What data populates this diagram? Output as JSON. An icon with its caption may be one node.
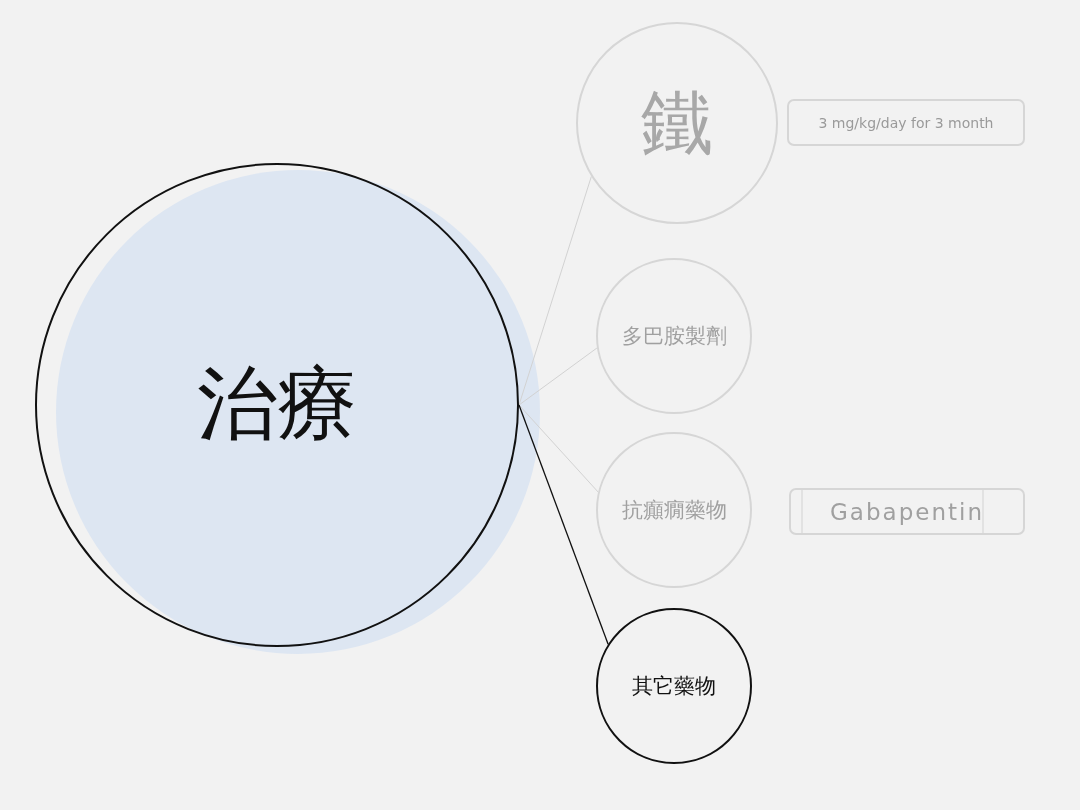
{
  "diagram": {
    "nodes": [
      {
        "text": [
          "治療"
        ]
      },
      {
        "text": [
          "鐵"
        ]
      },
      {
        "text": [
          "3 mg/kg/day for 3 month"
        ]
      },
      {
        "text": [
          "多巴胺製劑"
        ]
      },
      {
        "text": [
          "抗癲癇藥物"
        ]
      },
      {
        "text": [
          "Gabapentin"
        ]
      },
      {
        "text": [
          "其它藥物"
        ]
      }
    ],
    "edges": [
      {
        "from": 0,
        "to": 1,
        "arrow": "none"
      },
      {
        "from": 0,
        "to": 3,
        "arrow": "none"
      },
      {
        "from": 0,
        "to": 4,
        "arrow": "none"
      },
      {
        "from": 0,
        "to": 6,
        "arrow": "none",
        "color": "#111111"
      }
    ]
  }
}
